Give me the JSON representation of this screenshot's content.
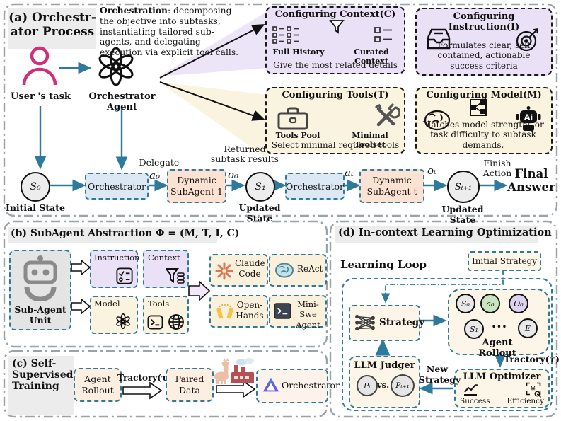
{
  "panel_a": {
    "title_line1": "(a) Orchestr-",
    "title_line2": "ator Process",
    "desc_bold": "Orchestration",
    "desc_rest": ": decomposing the objective into subtasks, instantiating tailored sub-agents, and delegating execution via explicit tool calls.",
    "user_label": "User 's task",
    "agent_label": "Orchestrator Agent",
    "context": {
      "title": "Configuring Context(C)",
      "left": "Full History",
      "right": "Curated Context",
      "caption": "Give the most related details"
    },
    "instruction": {
      "title": "Configuring Instruction(I)",
      "caption": "Formulates clear, self contained, actionable success criteria"
    },
    "tools": {
      "title": "Configuring Tools(T)",
      "left": "Tools Pool",
      "right": "Minimal Toolset",
      "caption": "Select minimal required tools"
    },
    "model": {
      "title": "Configuring Model(M)",
      "caption": "Matches model strengths or task difficulty to subtask demands."
    },
    "flow": {
      "s0": "S₀",
      "initial_state": "Initial State",
      "orchestrator1": "Orchestrator",
      "delegate": "Delegate",
      "a0": "a₀",
      "subagent1": "Dynamic SubAgent 1",
      "returned": "Returned subtask results",
      "o0": "o₀",
      "s1": "S₁",
      "updated_state1": "Updated State",
      "orchestrator2": "Orchestrator",
      "at": "aₜ",
      "subagent_t": "Dynamic SubAgent t",
      "ot": "oₜ",
      "st1": "Sₜ₊₁",
      "updated_state2": "Updated State",
      "finish": "Finish Action",
      "final": "Final Answer"
    }
  },
  "panel_b": {
    "title": "(b) SubAgent Abstraction Φ = (M, T, I, C)",
    "unit": "Sub-Agent Unit",
    "instruction": "Instruction",
    "context": "Context",
    "model": "Model",
    "tools": "Tools",
    "claude": "Claude Code",
    "react": "ReAct",
    "openhands": "Open-Hands",
    "miniswe": "Mini-Swe Agent"
  },
  "panel_c": {
    "title_line1": "(c) Self-",
    "title_line2": "Supervised",
    "title_line3": "Training",
    "agent_rollout": "Agent Rollout",
    "tractory": "Tractory(τ)",
    "paired_data": "Paired Data",
    "orchestrator": "Orchestrator"
  },
  "panel_d": {
    "title": "(d) In-context Learning Optimization",
    "learning_loop": "Learning Loop",
    "initial_strategy": "Initial Strategy",
    "strategy": "Strategy",
    "rollout": {
      "s0": "S₀",
      "a0": "a₀",
      "o0": "O₀",
      "s1": "S₁",
      "dots": "•••",
      "e": "E",
      "label": "Agent Rollout"
    },
    "tractory": "Tractory(τ)",
    "optimizer": {
      "title": "LLM Optimizer",
      "success": "Success",
      "efficiency": "Efficiency",
      "yen": "¥"
    },
    "new_strategy": "New Strategy",
    "judger": {
      "title": "LLM Judger",
      "pt": "Pₜ",
      "vs": "vs.",
      "pt1": "Pₜ₊₁"
    }
  }
}
